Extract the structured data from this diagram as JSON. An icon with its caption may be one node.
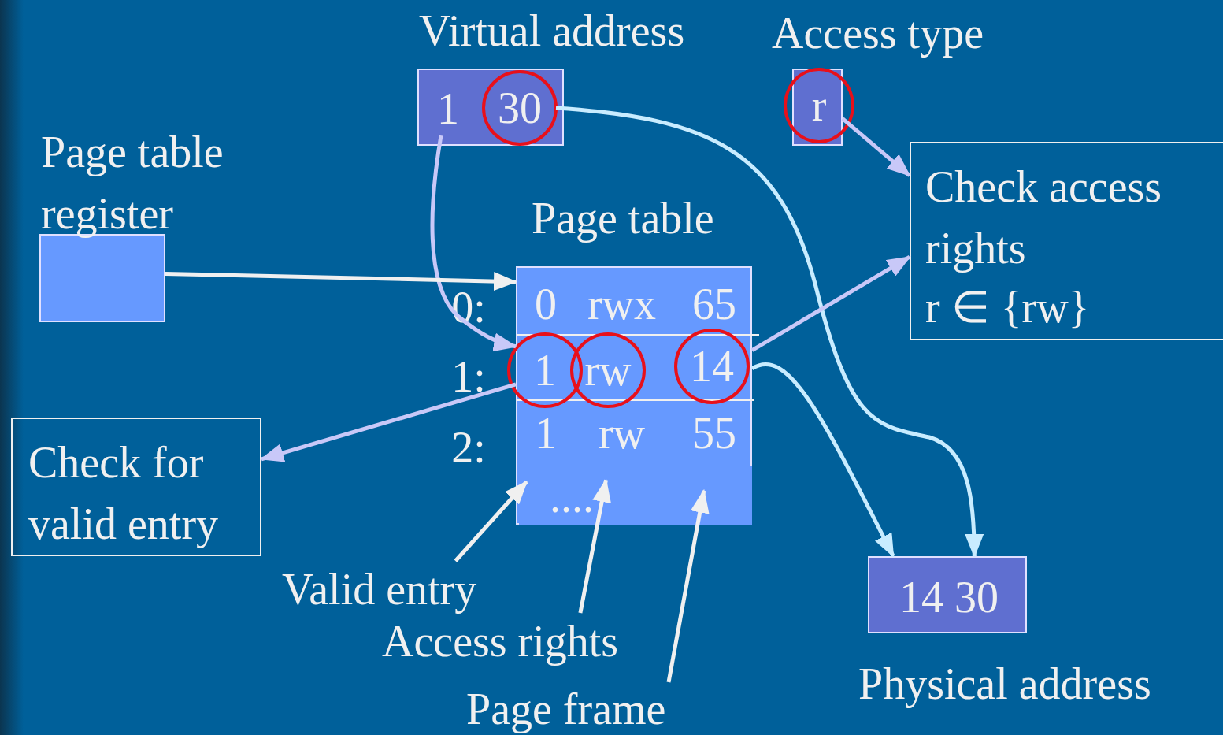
{
  "diagram": {
    "nodes": [
      {
        "text": [
          "Virtual address"
        ]
      },
      {
        "text": [
          "1"
        ],
        "in": 0
      },
      {
        "text": [
          "30"
        ],
        "in": 0
      },
      {
        "text": [
          "Access type",
          "r"
        ]
      },
      {
        "text": [
          "Page table register"
        ]
      },
      {
        "text": [
          "Page table"
        ]
      },
      {
        "text": [
          "0",
          "rwx",
          "65"
        ],
        "in": 5,
        "beside": [
          "0:"
        ]
      },
      {
        "text": [
          "1",
          "rw",
          "14"
        ],
        "in": 5,
        "beside": [
          "1:"
        ]
      },
      {
        "text": [
          "1",
          "rw",
          "55"
        ],
        "in": 5,
        "beside": [
          "2:"
        ]
      },
      {
        "text": [
          "...."
        ],
        "in": 5
      },
      {
        "text": [
          "Valid entry"
        ]
      },
      {
        "text": [
          "Access rights"
        ]
      },
      {
        "text": [
          "Page frame"
        ]
      },
      {
        "text": [
          "Check access rights",
          "r ∈ {rw}"
        ]
      },
      {
        "text": [
          "Check for valid entry"
        ]
      },
      {
        "text": [
          "14  30",
          "Physical address"
        ]
      }
    ],
    "edges": [
      {
        "from": 1,
        "to": 7,
        "arrow": "to",
        "color": "#c8c8f8"
      },
      {
        "from": 2,
        "to": 15,
        "arrow": "to",
        "color": "#c8ecff"
      },
      {
        "from": 3,
        "to": 13,
        "arrow": "to",
        "color": "#c8c8f8"
      },
      {
        "from": 4,
        "to": 5,
        "arrow": "to"
      },
      {
        "from": 7,
        "to": 13,
        "arrow": "to",
        "color": "#c8c8f8"
      },
      {
        "from": 7,
        "to": 14,
        "arrow": "to",
        "color": "#c8c8f8"
      },
      {
        "from": 7,
        "to": 15,
        "arrow": "to",
        "color": "#c8ecff"
      },
      {
        "from": 10,
        "to": 9,
        "arrow": "to"
      },
      {
        "from": 11,
        "to": 9,
        "arrow": "to"
      },
      {
        "from": 12,
        "to": 9,
        "arrow": "to"
      }
    ]
  }
}
